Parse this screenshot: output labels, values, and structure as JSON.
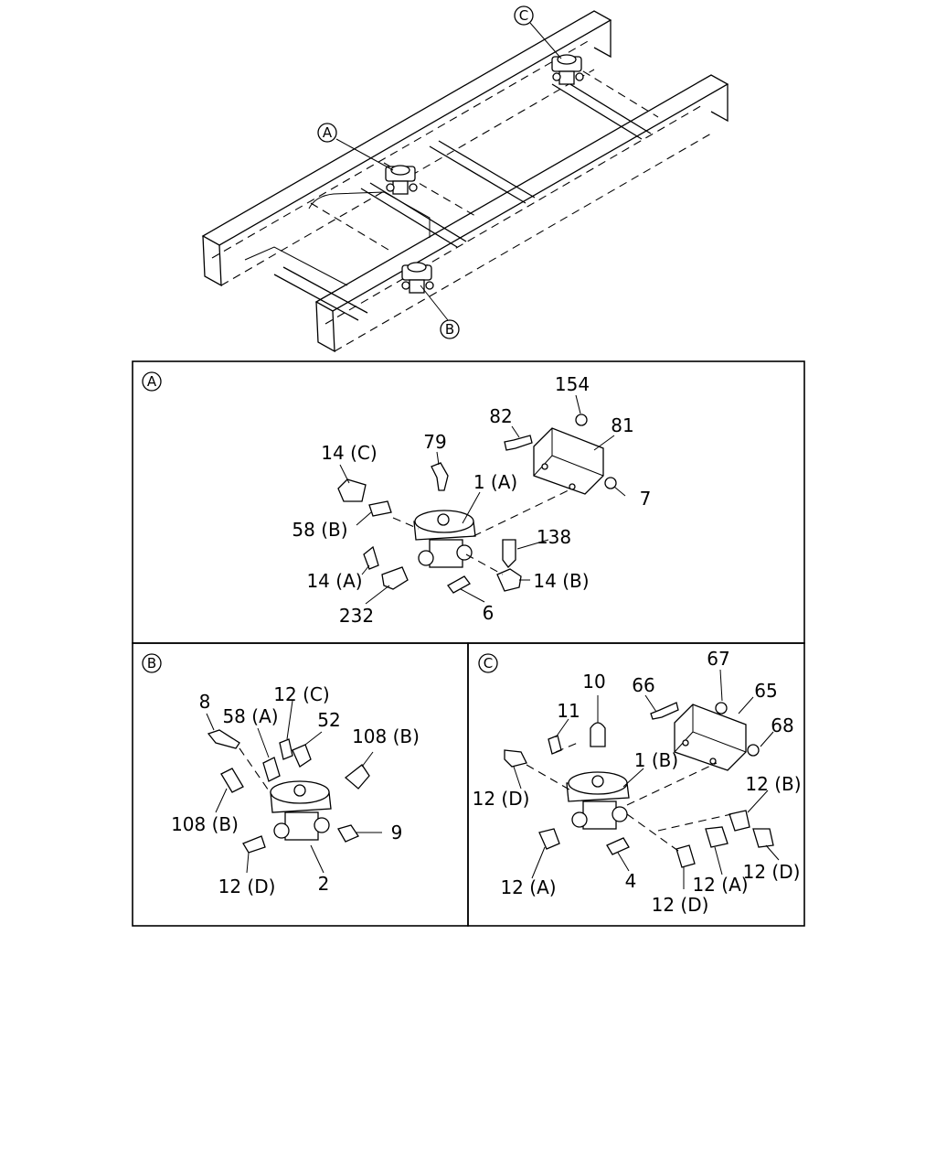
{
  "overview": {
    "callouts": [
      "A",
      "B",
      "C"
    ]
  },
  "panel_a": {
    "tag": "A",
    "labels": [
      "154",
      "82",
      "81",
      "79",
      "14 (C)",
      "1 (A)",
      "7",
      "58 (B)",
      "138",
      "14 (A)",
      "14 (B)",
      "232",
      "6"
    ]
  },
  "panel_b": {
    "tag": "B",
    "labels": [
      "8",
      "12 (C)",
      "58 (A)",
      "52",
      "108 (B)",
      "108 (B)",
      "9",
      "12 (D)",
      "2"
    ]
  },
  "panel_c": {
    "tag": "C",
    "labels": [
      "67",
      "10",
      "66",
      "65",
      "11",
      "1 (B)",
      "68",
      "12 (D)",
      "12 (B)",
      "12 (A)",
      "4",
      "12 (A)",
      "12 (D)",
      "12 (D)"
    ]
  }
}
